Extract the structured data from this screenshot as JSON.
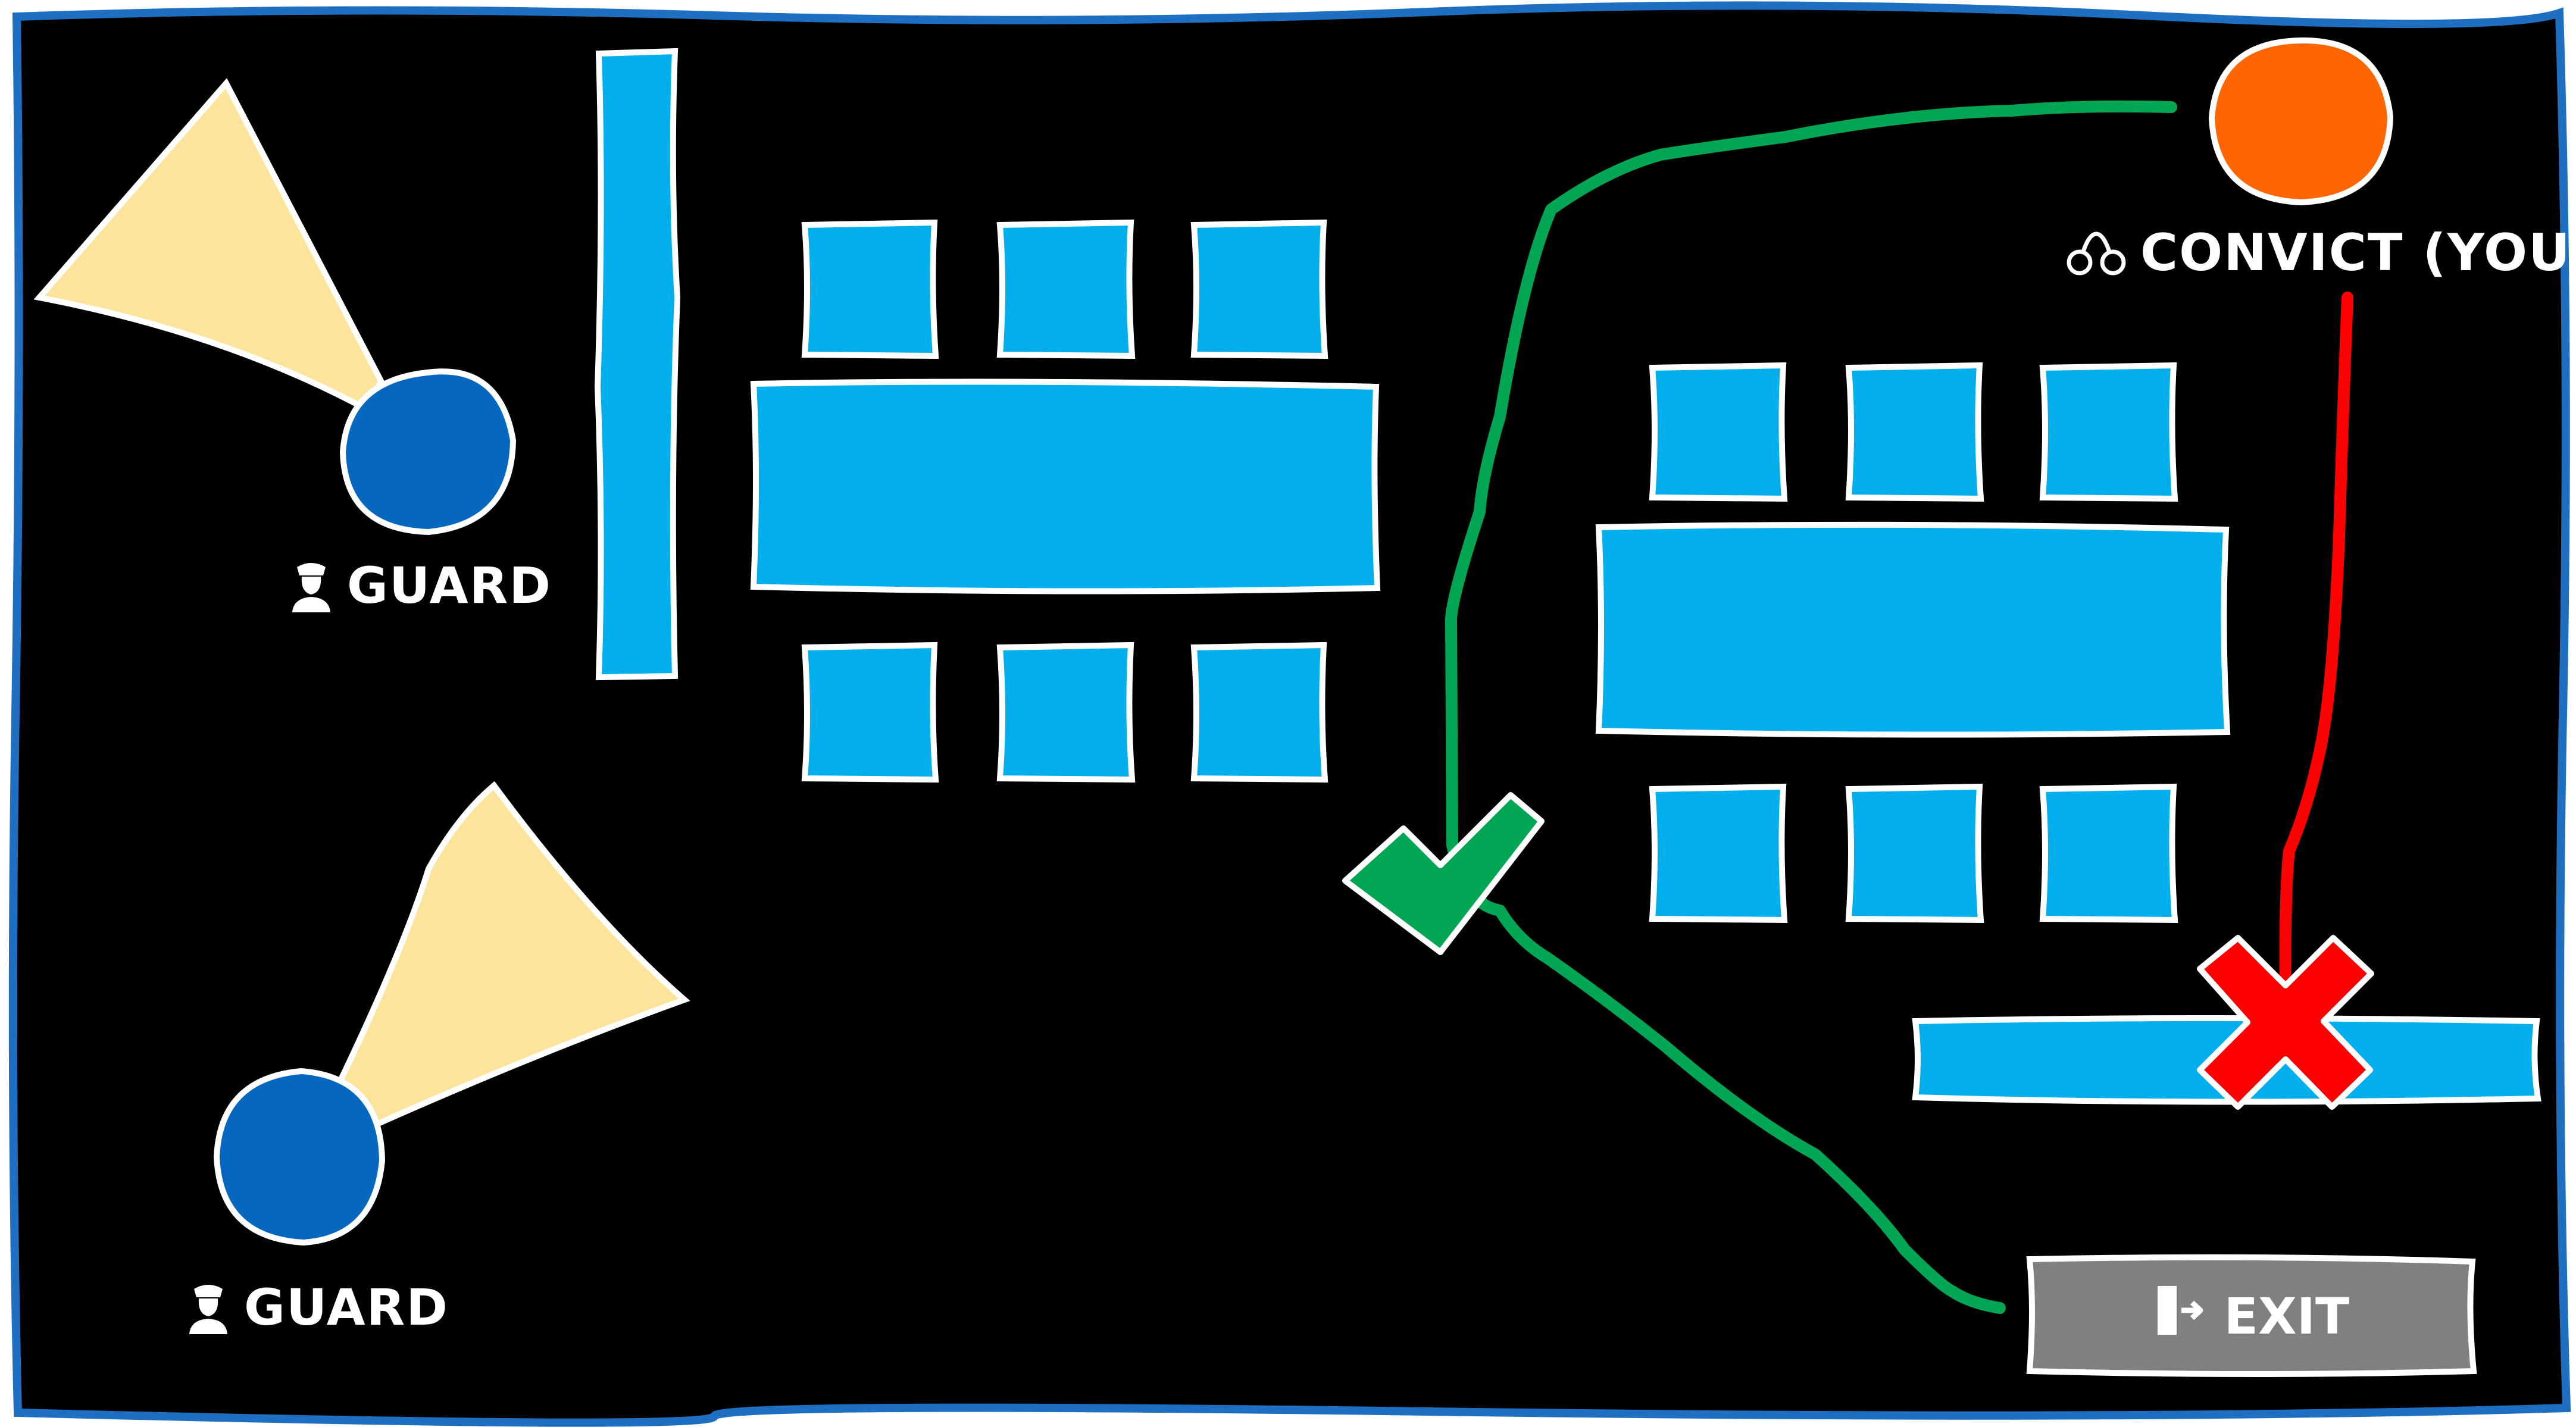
{
  "scene": {
    "colors": {
      "floor": "#000000",
      "border": "#1e6fc2",
      "furniture": "#03aeec",
      "guard": "#0667bf",
      "vision_cone": "#fde49c",
      "convict": "#ff6600",
      "safe_path": "#00a651",
      "blocked_path": "#ff0000",
      "exit": "#808080"
    }
  },
  "guards": [
    {
      "label": "GUARD",
      "icon": "police-officer-icon"
    },
    {
      "label": "GUARD",
      "icon": "police-officer-icon"
    }
  ],
  "convict": {
    "label": "CONVICT (YOU)",
    "icon": "handcuffs-icon"
  },
  "exit": {
    "label": "EXIT",
    "icon": "exit-door-icon"
  },
  "paths": {
    "safe": {
      "icon": "checkmark-icon"
    },
    "blocked": {
      "icon": "cross-icon"
    }
  }
}
